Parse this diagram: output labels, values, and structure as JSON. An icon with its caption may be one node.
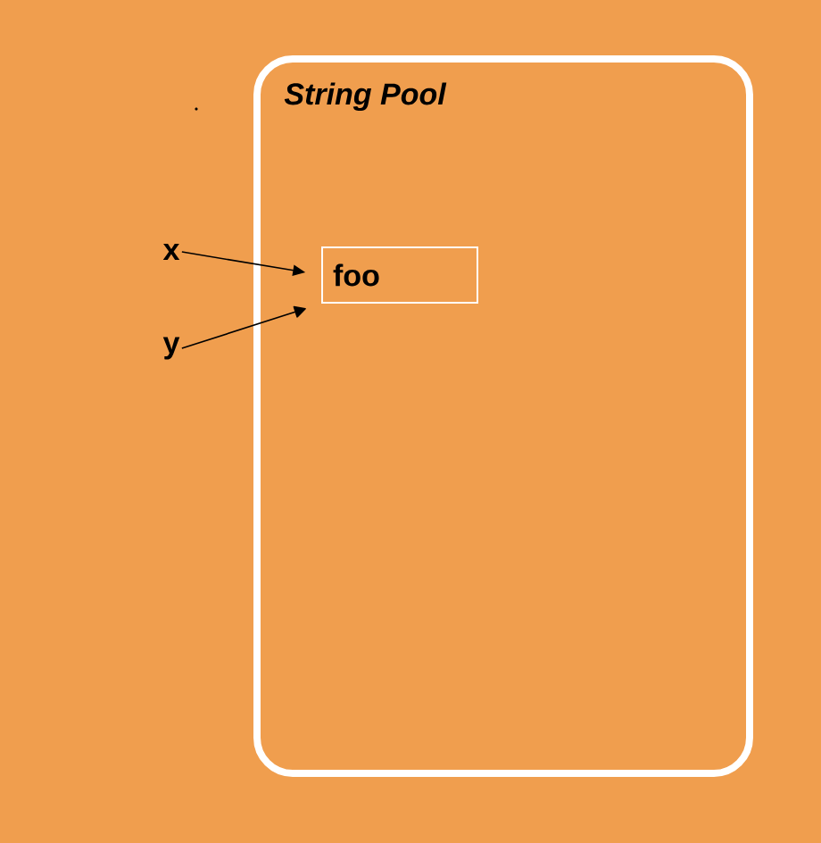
{
  "diagram": {
    "nodes": [
      {
        "text": [
          "String Pool"
        ]
      },
      {
        "text": [
          "foo"
        ],
        "in": 0
      },
      {
        "text": [
          "x"
        ]
      },
      {
        "text": [
          "y"
        ]
      }
    ],
    "edges": [
      {
        "from": 2,
        "to": 1,
        "arrow": "to"
      },
      {
        "from": 3,
        "to": 1,
        "arrow": "to"
      }
    ]
  }
}
